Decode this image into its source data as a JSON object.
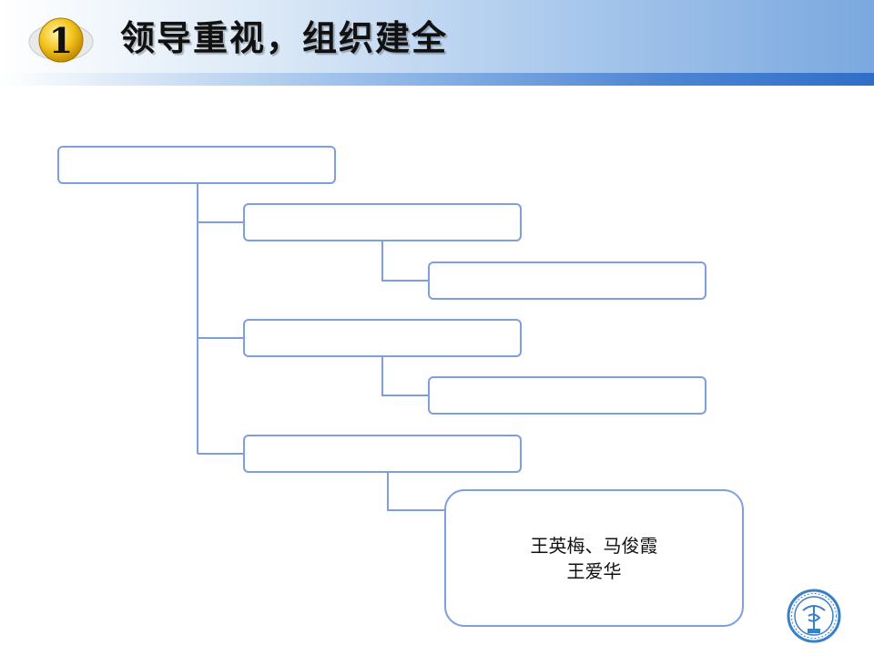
{
  "slide": {
    "number": "1",
    "title": "领导重视，组织建全"
  },
  "org_chart": {
    "top_box": {
      "label": ""
    },
    "branches": [
      {
        "label": "",
        "child": {
          "label": ""
        }
      },
      {
        "label": "",
        "child": {
          "label": ""
        }
      },
      {
        "label": "",
        "child": {
          "lines": [
            "王英梅、马俊霞",
            "王爱华"
          ]
        }
      }
    ]
  },
  "colors": {
    "box_border": "#7f9edc",
    "header_accent": "#2f6ec8",
    "badge_gold": "#f2c21b"
  },
  "icons": {
    "badge": "number-badge-icon",
    "logo": "medical-emblem-icon"
  }
}
